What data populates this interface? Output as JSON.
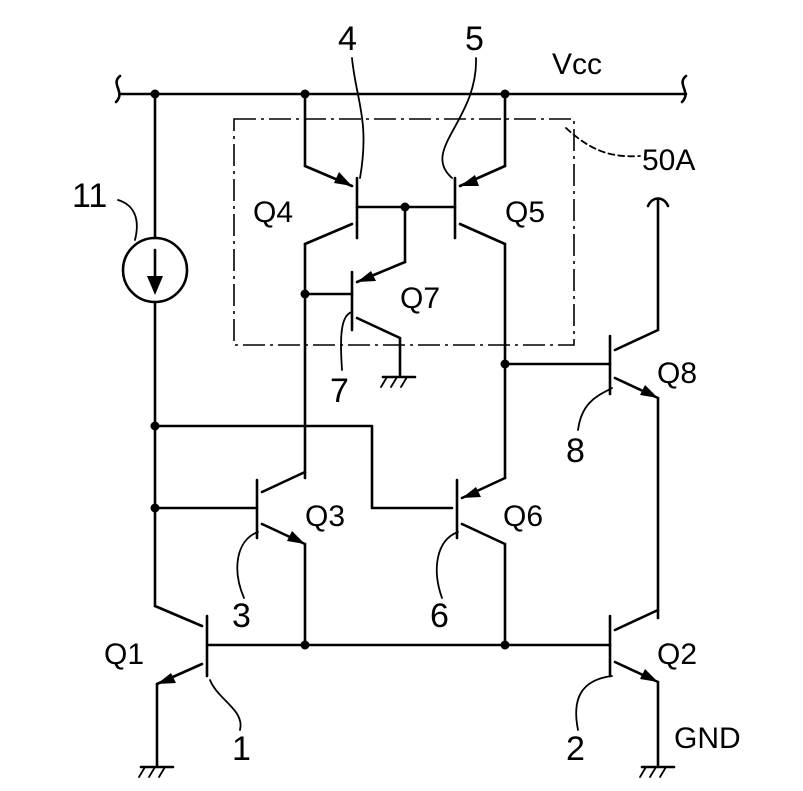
{
  "supply": {
    "vcc": "Vcc",
    "gnd": "GND"
  },
  "region": {
    "label": "50A"
  },
  "transistors": {
    "q1": "Q1",
    "q2": "Q2",
    "q3": "Q3",
    "q4": "Q4",
    "q5": "Q5",
    "q6": "Q6",
    "q7": "Q7",
    "q8": "Q8"
  },
  "current_source": {
    "label": "11"
  },
  "reference_numbers": {
    "n1": "1",
    "n2": "2",
    "n3": "3",
    "n4": "4",
    "n5": "5",
    "n6": "6",
    "n7": "7",
    "n8": "8"
  }
}
